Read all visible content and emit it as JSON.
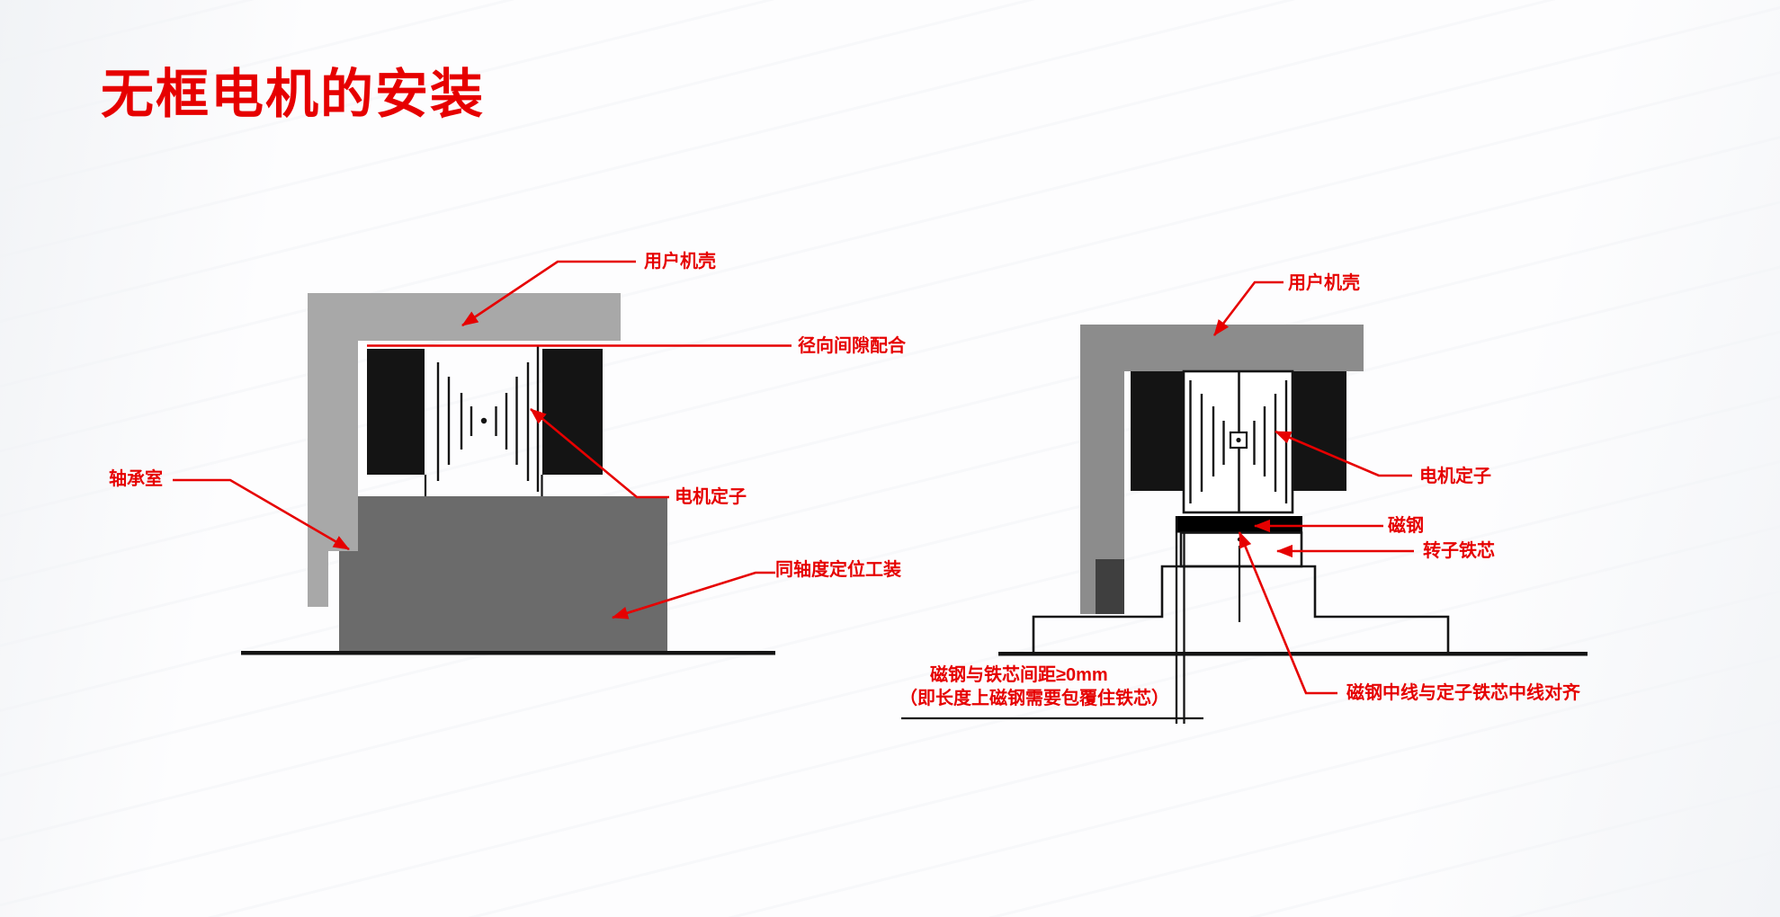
{
  "page": {
    "title": "无框电机的安装"
  },
  "colors": {
    "accent_red": "#e60000",
    "housing_gray_left": "#a8a8a8",
    "housing_gray_right": "#8c8c8c",
    "fixture_gray": "#6b6b6b",
    "stator_black": "#141414",
    "leg_block_dark": "#3f3f3f"
  },
  "left_diagram": {
    "labels": {
      "user_housing": "用户机壳",
      "radial_clearance": "径向间隙配合",
      "motor_stator": "电机定子",
      "bearing_chamber": "轴承室",
      "coaxial_fixture": "同轴度定位工装"
    }
  },
  "right_diagram": {
    "labels": {
      "user_housing": "用户机壳",
      "motor_stator": "电机定子",
      "magnet": "磁钢",
      "rotor_core": "转子铁芯",
      "centerline_note": "磁钢中线与定子铁芯中线对齐",
      "gap_note_line1": "磁钢与铁芯间距≥0mm",
      "gap_note_line2": "（即长度上磁钢需要包覆住铁芯）"
    }
  }
}
